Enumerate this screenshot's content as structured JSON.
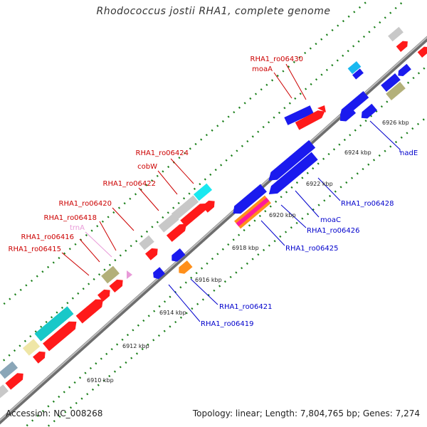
{
  "title": "Rhodococcus jostii RHA1, complete genome",
  "accession": "Accession: NC_008268",
  "summary": "Topology: linear; Length: 7,804,765 bp; Genes: 7,274",
  "ruler": [
    "6910 kbp",
    "6912 kbp",
    "6914 kbp",
    "6916 kbp",
    "6918 kbp",
    "6920 kbp",
    "6922 kbp",
    "6924 kbp",
    "6926 kbp"
  ],
  "labels_top": [
    "RHA1_ro06430",
    "moaA",
    "RHA1_ro06424",
    "cobW",
    "RHA1_ro06422",
    "RHA1_ro06420",
    "RHA1_ro06418",
    "trnA",
    "RHA1_ro06416",
    "RHA1_ro06415"
  ],
  "labels_bottom": [
    "nadE",
    "RHA1_ro06428",
    "moaC",
    "RHA1_ro06426",
    "RHA1_ro06425",
    "RHA1_ro06421",
    "RHA1_ro06419"
  ],
  "colors": {
    "forward": "#ff1a1a",
    "reverse": "#1a1aee",
    "label_top": "#cc0000",
    "label_bottom": "#0000cc",
    "trna": "#e89ad8",
    "axis": "#8f8f8f",
    "tick": "#1a7f1a"
  }
}
